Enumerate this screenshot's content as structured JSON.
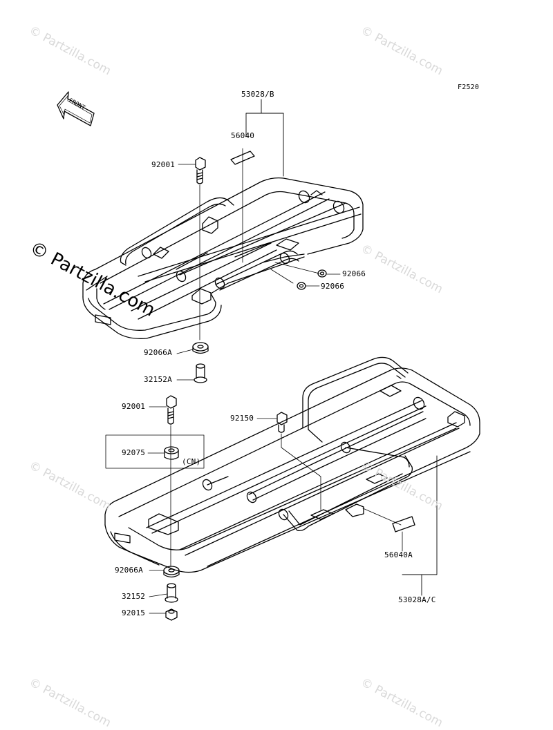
{
  "figure_code": "F2520",
  "front_label": "FRONT",
  "watermark": "© Partzilla.com",
  "parts": {
    "p53028B": "53028/B",
    "p56040": "56040",
    "p92001_top": "92001",
    "p92066_a": "92066",
    "p92066_b": "92066",
    "p92066A_top": "92066A",
    "p32152A": "32152A",
    "p92001_bottom": "92001",
    "p92075": "92075",
    "cn_note": "(CN)",
    "p92150": "92150",
    "p56040A": "56040A",
    "p92066A_bottom": "92066A",
    "p32152": "32152",
    "p92015": "92015",
    "p53028AC": "53028A/C"
  },
  "colors": {
    "line": "#000000",
    "watermark": "#d9d9d9",
    "background": "#ffffff"
  }
}
